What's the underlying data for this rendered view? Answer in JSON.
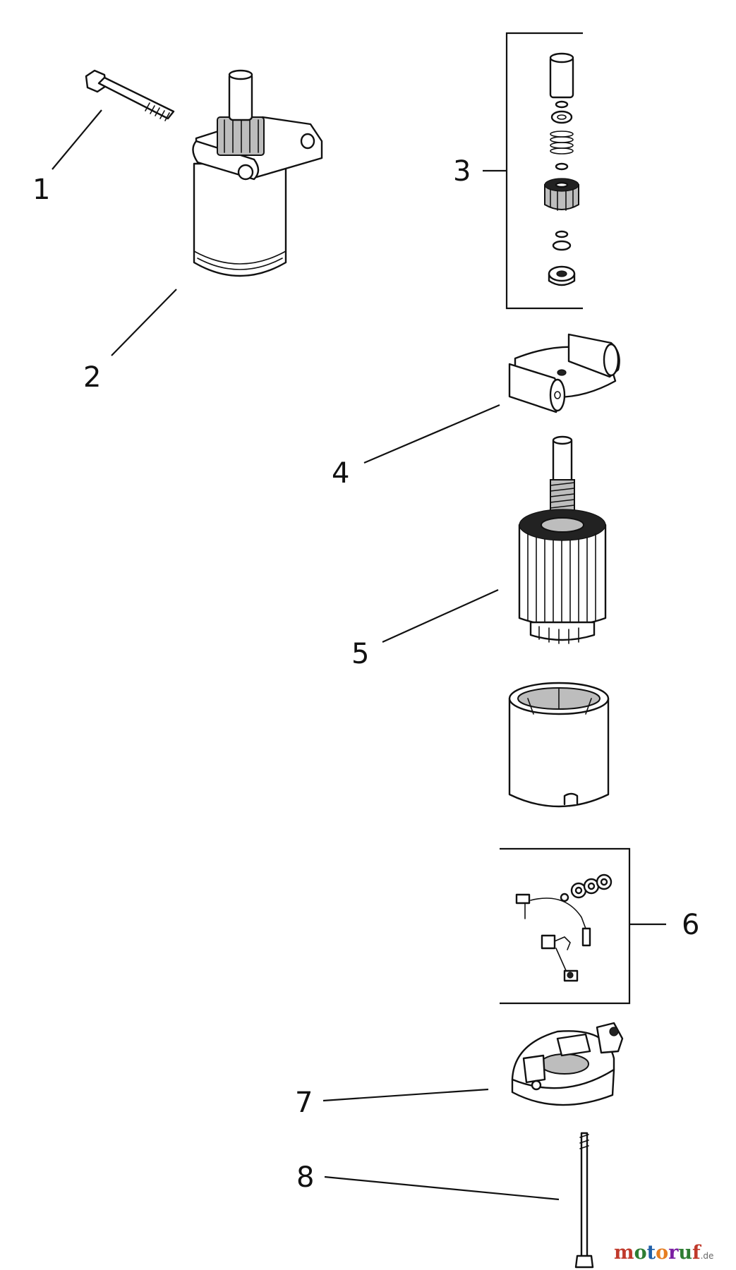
{
  "diagram": {
    "callouts": [
      "1",
      "2",
      "3",
      "4",
      "5",
      "6",
      "7",
      "8"
    ]
  },
  "watermark": {
    "m1": "m",
    "o1": "o",
    "t": "t",
    "o2": "o",
    "r": "r",
    "u": "u",
    "f": "f",
    "suffix": ".de",
    "colors": [
      "#c0392b",
      "#2e7d32",
      "#1f5fa8",
      "#e67e22",
      "#7b1fa2",
      "#2e7d32",
      "#c0392b"
    ]
  }
}
